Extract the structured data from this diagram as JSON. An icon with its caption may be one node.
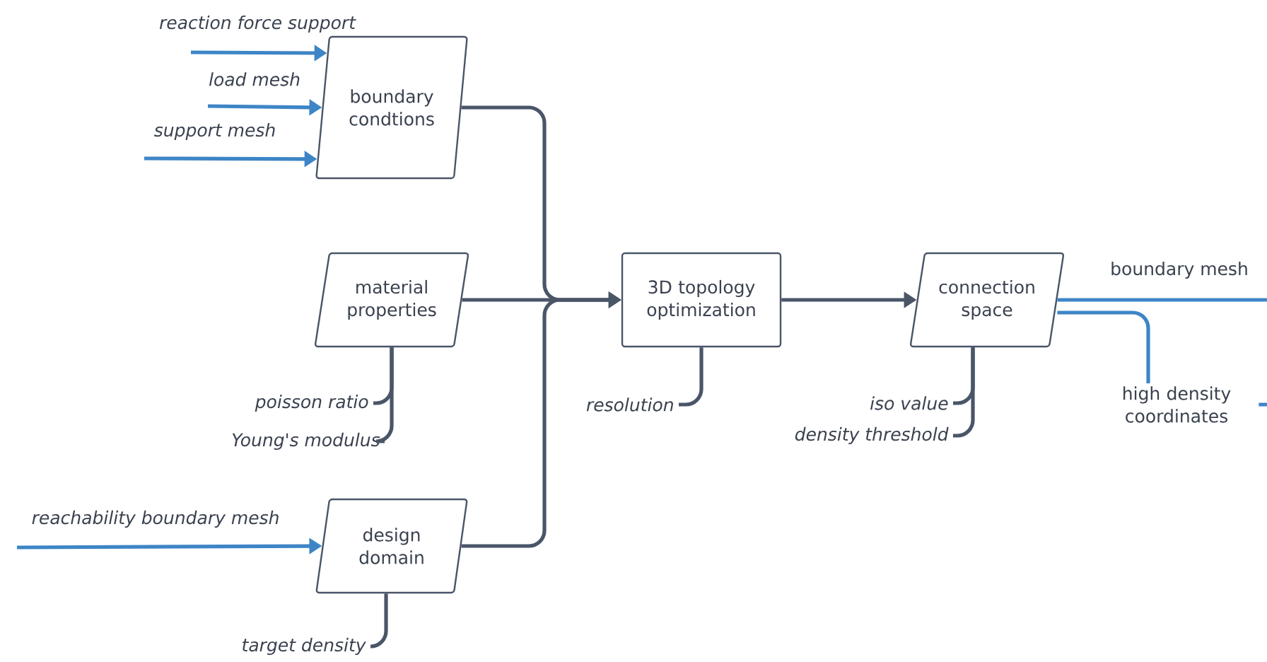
{
  "diagram": {
    "nodes": [
      {
        "text": [
          "boundary condtions"
        ]
      },
      {
        "text": [
          "material properties"
        ]
      },
      {
        "text": [
          "design domain"
        ]
      },
      {
        "text": [
          "3D topology optimization"
        ]
      },
      {
        "text": [
          "connection space"
        ]
      },
      {
        "text": [
          "poisson ratio"
        ]
      },
      {
        "text": [
          "Young's modulus"
        ]
      },
      {
        "text": [
          "resolution"
        ]
      },
      {
        "text": [
          "iso value"
        ]
      },
      {
        "text": [
          "density threshold"
        ]
      },
      {
        "text": [
          "target density"
        ]
      },
      {
        "text": [
          "high density coordinates"
        ]
      }
    ],
    "edges": [
      {
        "from": null,
        "to": 0,
        "arrow": "to",
        "label": "reaction force support",
        "color": "#3d85c6"
      },
      {
        "from": null,
        "to": 0,
        "arrow": "to",
        "label": "load mesh",
        "color": "#3d85c6"
      },
      {
        "from": null,
        "to": 0,
        "arrow": "to",
        "label": "support mesh",
        "color": "#3d85c6"
      },
      {
        "from": null,
        "to": 2,
        "arrow": "to",
        "label": "reachability boundary mesh",
        "color": "#3d85c6"
      },
      {
        "from": 0,
        "to": 3,
        "arrow": "to"
      },
      {
        "from": 1,
        "to": 3,
        "arrow": "to"
      },
      {
        "from": 2,
        "to": 3,
        "arrow": "to"
      },
      {
        "from": 3,
        "to": 4,
        "arrow": "to"
      },
      {
        "from": 5,
        "to": 1,
        "arrow": "none"
      },
      {
        "from": 6,
        "to": 1,
        "arrow": "none"
      },
      {
        "from": 7,
        "to": 3,
        "arrow": "none"
      },
      {
        "from": 8,
        "to": 4,
        "arrow": "none"
      },
      {
        "from": 9,
        "to": 4,
        "arrow": "none"
      },
      {
        "from": 10,
        "to": 2,
        "arrow": "none"
      },
      {
        "from": 4,
        "to": null,
        "arrow": "none",
        "label": "boundary mesh",
        "color": "#3d85c6"
      },
      {
        "from": 4,
        "to": 11,
        "arrow": "none",
        "color": "#3d85c6"
      },
      {
        "from": 11,
        "to": null,
        "arrow": "none",
        "color": "#3d85c6"
      }
    ]
  }
}
